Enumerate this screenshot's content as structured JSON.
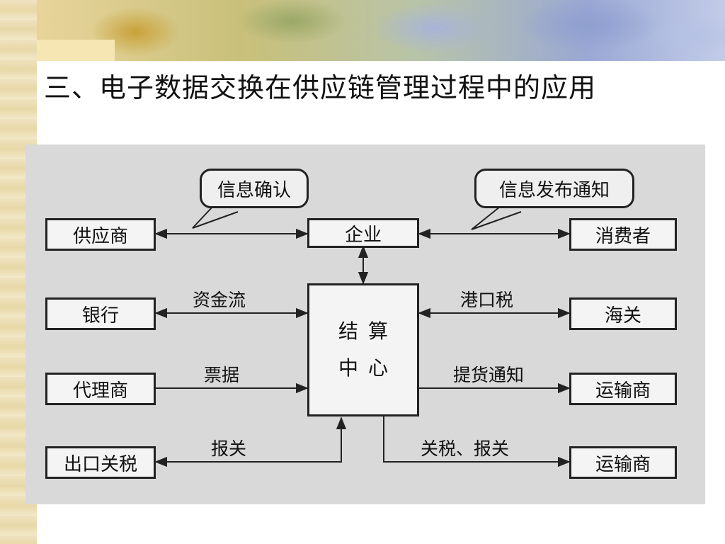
{
  "title": "三、电子数据交换在供应链管理过程中的应用",
  "nodes": {
    "supplier": "供应商",
    "bank": "银行",
    "agent": "代理商",
    "export_tax": "出口关税",
    "enterprise": "企业",
    "center_line1": "结算",
    "center_line2": "中心",
    "consumer": "消费者",
    "customs": "海关",
    "transport1": "运输商",
    "transport2": "运输商"
  },
  "edges": {
    "funds_flow": "资金流",
    "bills": "票据",
    "declaration": "报关",
    "port_tax": "港口税",
    "pickup_notice": "提货通知",
    "tariff_declaration": "关税、报关"
  },
  "callouts": {
    "info_confirm": "信息确认",
    "info_publish": "信息发布通知"
  }
}
